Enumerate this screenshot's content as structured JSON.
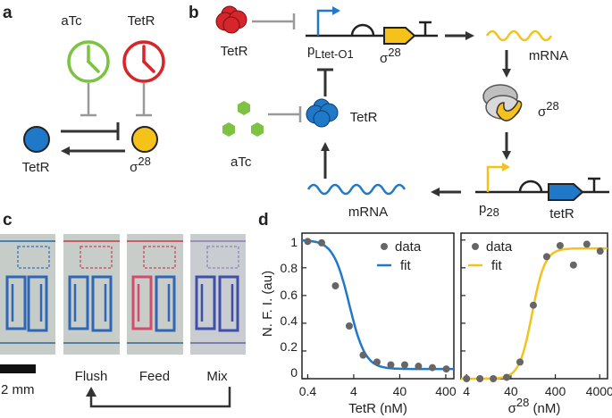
{
  "panel_a": {
    "letter": "a",
    "atc_label": "aTc",
    "tetr_top_label": "TetR",
    "tetr_node_label": "TetR",
    "sigma_node_label": "σ",
    "sigma_sup": "28",
    "colors": {
      "atc": "#7dc242",
      "tetr": "#d6262c",
      "tetr_node": "#1f78c8",
      "sigma": "#f5c21b",
      "inhibit": "#999999"
    }
  },
  "panel_b": {
    "letter": "b",
    "tetr_top_label": "TetR",
    "promoter1_label": "p",
    "promoter1_sub": "Ltet-O1",
    "gene1_label": "σ",
    "gene1_sup": "28",
    "mrna1_label": "mRNA",
    "rnap_label": "σ",
    "rnap_sup": "28",
    "promoter2_label": "p",
    "promoter2_sub": "28",
    "gene2_label": "tetR",
    "mrna2_label": "mRNA",
    "tetr_mid_label": "TetR",
    "atc_label": "aTc"
  },
  "panel_c": {
    "letter": "c",
    "scale_label": "2 mm",
    "step_labels": [
      "Flush",
      "Feed",
      "Mix"
    ]
  },
  "panel_d": {
    "letter": "d",
    "ylabel": "N. F. I. (au)",
    "legend_data": "data",
    "legend_fit": "fit"
  },
  "chart_data": [
    {
      "type": "scatter",
      "xlabel": "TetR (nM)",
      "ylabel": "N. F. I. (au)",
      "xscale": "log",
      "xlim": [
        0.3,
        600
      ],
      "ylim": [
        0,
        1.05
      ],
      "xticks": [
        "0.4",
        "4",
        "40",
        "400"
      ],
      "yticks": [
        "0",
        "0.2",
        "0.4",
        "0.6",
        "0.8",
        "1"
      ],
      "legend": [
        "data",
        "fit"
      ],
      "legend_position": "top-right",
      "series": [
        {
          "name": "data",
          "color": "#666666",
          "x": [
            0.4,
            0.8,
            1.6,
            3.2,
            6.4,
            12.8,
            25.6,
            51.2,
            102,
            205,
            410
          ],
          "y": [
            0.99,
            0.98,
            0.67,
            0.38,
            0.17,
            0.12,
            0.1,
            0.1,
            0.09,
            0.08,
            0.07
          ]
        },
        {
          "name": "fit",
          "color": "#1f78c8",
          "kind": "hill_repressor",
          "bottom": 0.07,
          "top": 1.0,
          "k": 3.2,
          "n": 2.5
        }
      ]
    },
    {
      "type": "scatter",
      "xlabel": "σ28 (nM)",
      "ylabel": "N. F. I. (au)",
      "xscale": "log",
      "xlim": [
        3,
        6000
      ],
      "ylim": [
        0,
        1.05
      ],
      "xticks": [
        "4",
        "40",
        "400",
        "4000"
      ],
      "yticks": [
        "0",
        "0.2",
        "0.4",
        "0.6",
        "0.8",
        "1"
      ],
      "legend": [
        "data",
        "fit"
      ],
      "legend_position": "top-left",
      "series": [
        {
          "name": "data",
          "color": "#666666",
          "x": [
            4,
            8,
            16,
            32,
            64,
            128,
            256,
            512,
            1024,
            2048,
            4096
          ],
          "y": [
            0.0,
            0.0,
            0.0,
            0.01,
            0.12,
            0.53,
            0.88,
            0.96,
            0.82,
            0.97,
            0.92
          ]
        },
        {
          "name": "fit",
          "color": "#f5c21b",
          "kind": "hill_activator",
          "bottom": 0.0,
          "top": 0.94,
          "k": 120,
          "n": 3
        }
      ]
    }
  ]
}
